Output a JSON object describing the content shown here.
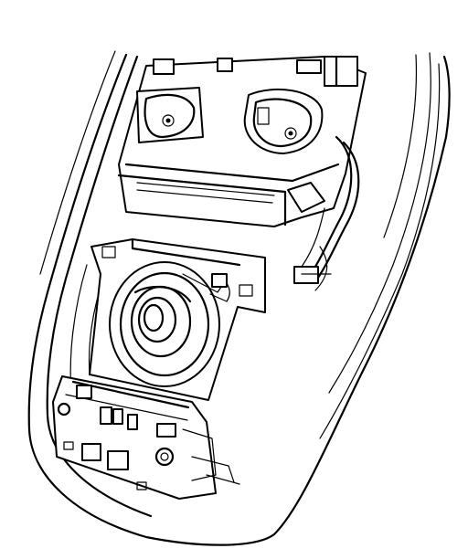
{
  "figure": {
    "kind": "technical line illustration",
    "palette": {
      "line": "#000000",
      "background": "#ffffff"
    }
  },
  "parts": [
    {
      "id": "console-housing"
    },
    {
      "id": "upper-bracket"
    },
    {
      "id": "map-lamp-left"
    },
    {
      "id": "map-lamp-right"
    },
    {
      "id": "mounting-plate"
    },
    {
      "id": "speaker"
    },
    {
      "id": "wiring-harness"
    },
    {
      "id": "control-module"
    }
  ]
}
